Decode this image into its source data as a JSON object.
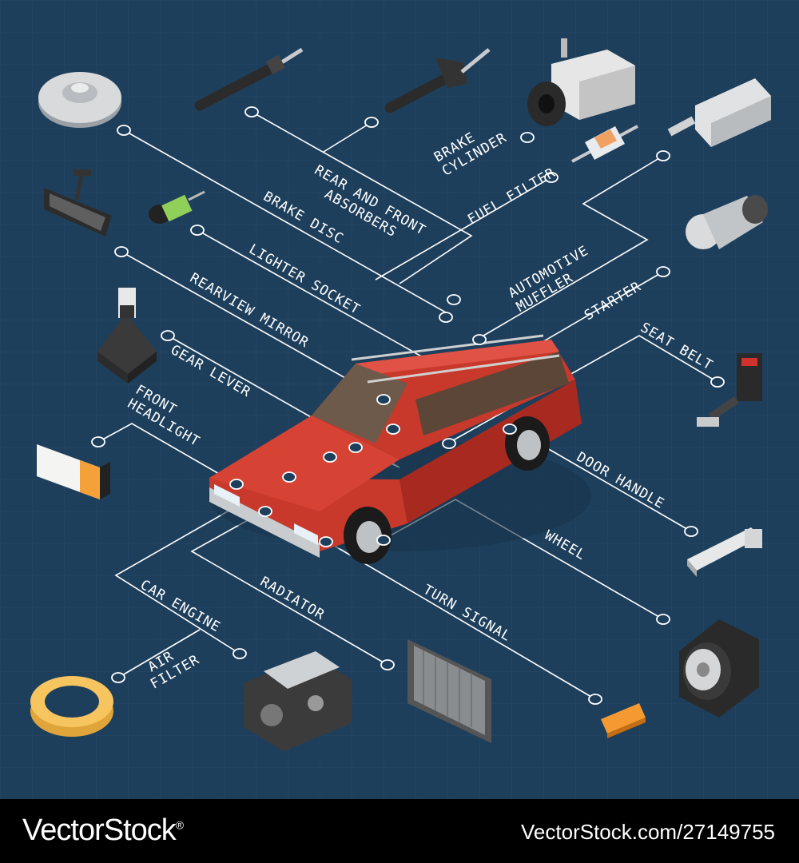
{
  "labels": {
    "brake_cylinder": [
      "BRAKE",
      "CYLINDER"
    ],
    "rear_front_absorbers": [
      "REAR AND FRONT",
      "ABSORBERS"
    ],
    "fuel_filter": "FUEL FILTER",
    "brake_disc": "BRAKE DISC",
    "lighter_socket": "LIGHTER SOCKET",
    "automotive_muffler": [
      "AUTOMOTIVE",
      "MUFFLER"
    ],
    "rearview_mirror": "REARVIEW MIRROR",
    "starter": "STARTER",
    "seat_belt": "SEAT BELT",
    "gear_lever": "GEAR LEVER",
    "front_headlight": [
      "FRONT",
      "HEADLIGHT"
    ],
    "door_handle": "DOOR HANDLE",
    "wheel": "WHEEL",
    "car_engine": "CAR ENGINE",
    "radiator": "RADIATOR",
    "turn_signal": "TURN SIGNAL",
    "air_filter": [
      "AIR",
      "FILTER"
    ]
  },
  "colors": {
    "background": "#1e3f5c",
    "car_body": "#c8392b",
    "line": "#ffffff"
  },
  "footer": {
    "brand": "VectorStock",
    "registered_mark": "®",
    "stock_id": "VectorStock.com/27149755"
  }
}
